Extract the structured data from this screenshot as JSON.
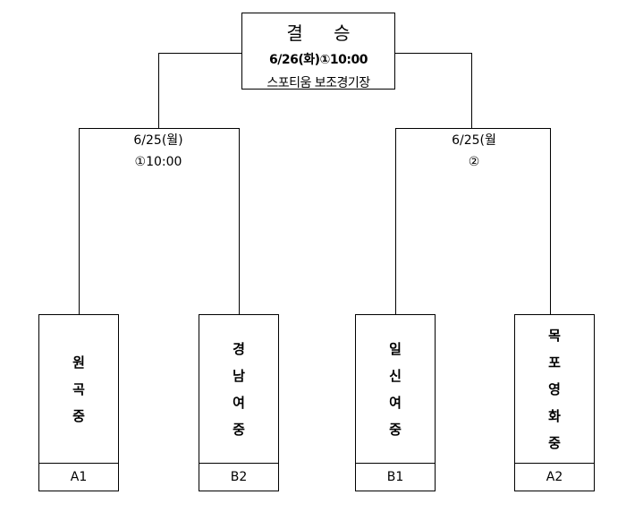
{
  "final": {
    "title": "결 승",
    "date": "6/26(화)①10:00",
    "venue": "스포티움 보조경기장"
  },
  "semifinals": [
    {
      "date": "6/25(월)",
      "time": "①10:00"
    },
    {
      "date": "6/25(월",
      "time": "②"
    }
  ],
  "teams": [
    {
      "name": [
        "원",
        "곡",
        "중"
      ],
      "seed": "A1"
    },
    {
      "name": [
        "경",
        "남",
        "여",
        "중"
      ],
      "seed": "B2"
    },
    {
      "name": [
        "일",
        "신",
        "여",
        "중"
      ],
      "seed": "B1"
    },
    {
      "name": [
        "목",
        "포",
        "영",
        "화",
        "중"
      ],
      "seed": "A2"
    }
  ]
}
